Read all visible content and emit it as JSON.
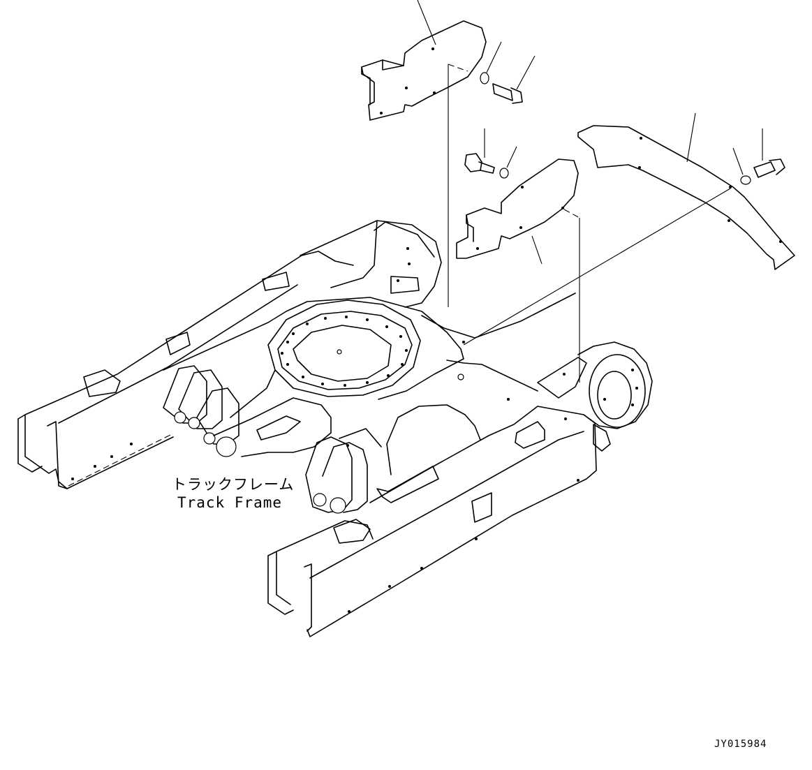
{
  "diagram": {
    "part_label_jp": "トラックフレーム",
    "part_label_en": "Track Frame",
    "drawing_code": "JY015984"
  },
  "parts": [
    "cover-left",
    "cover-center",
    "cover-right",
    "bolt",
    "washer",
    "track-frame"
  ]
}
